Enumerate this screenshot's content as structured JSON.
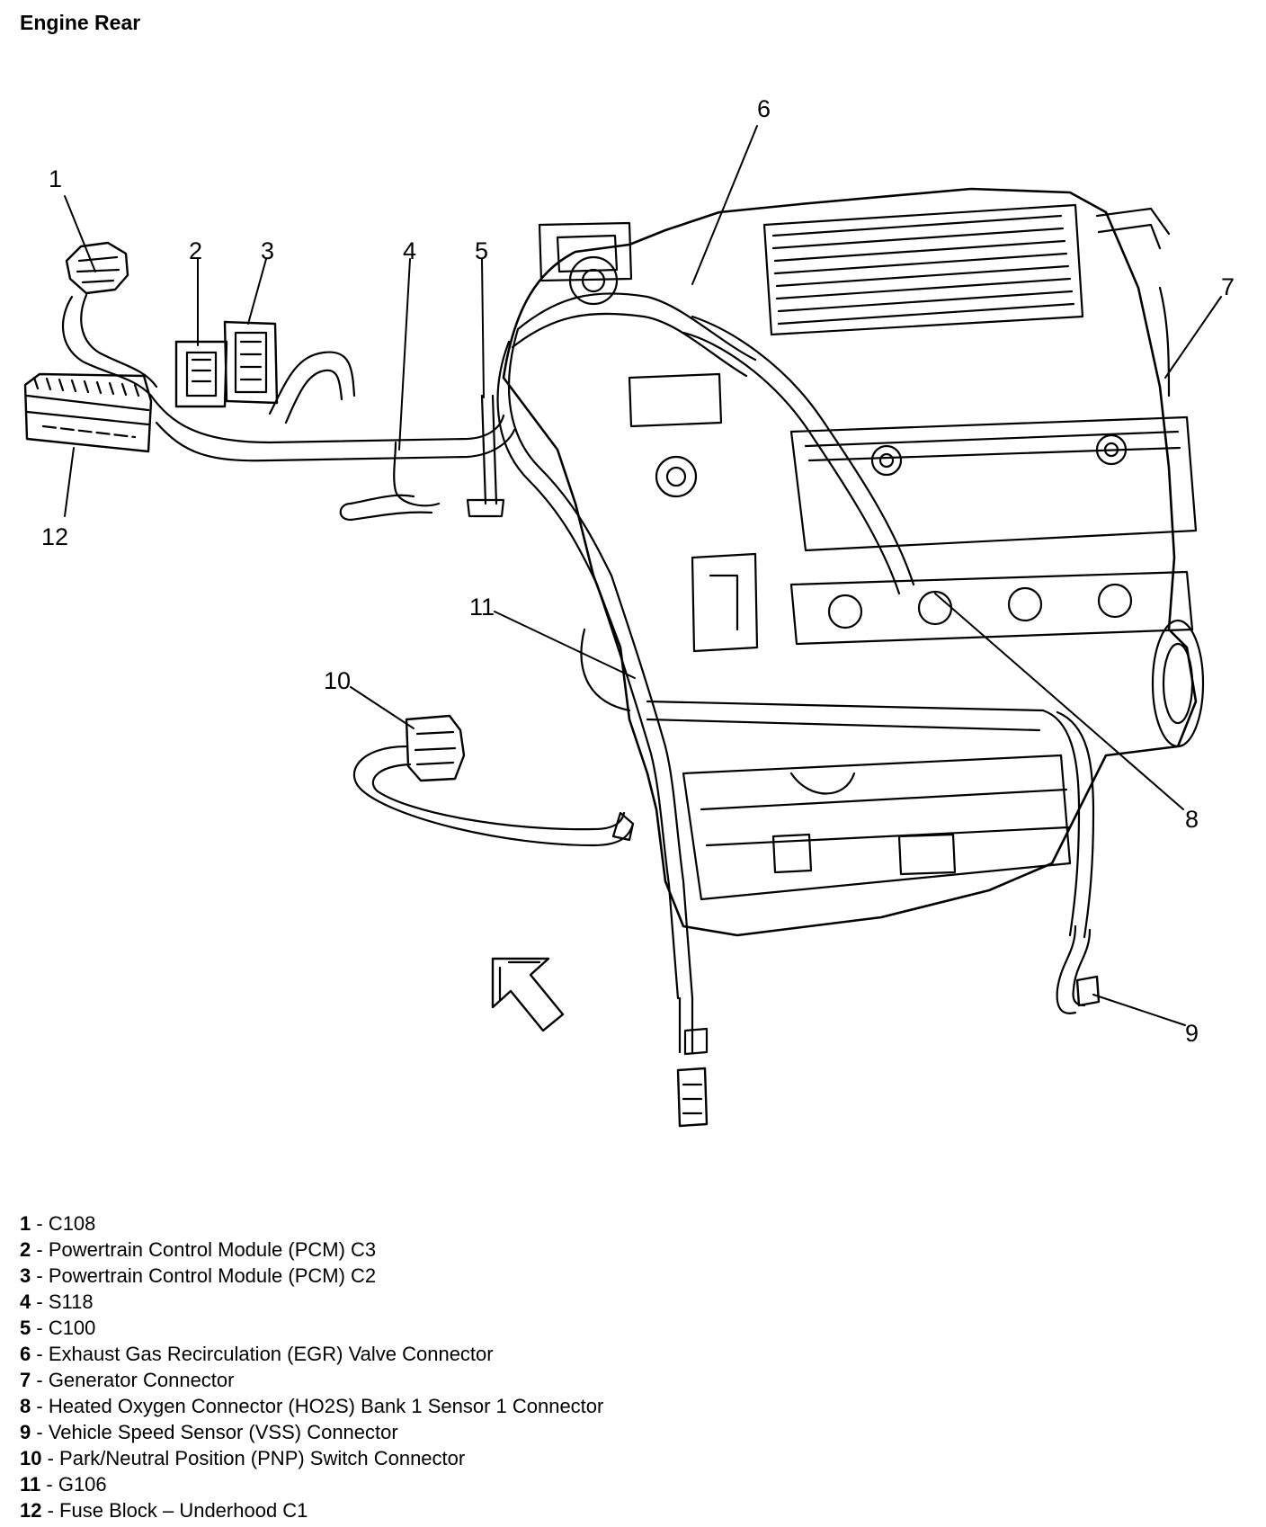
{
  "title": "Engine Rear",
  "callouts": [
    {
      "number": "1",
      "label": "C108"
    },
    {
      "number": "2",
      "label": "Powertrain Control Module (PCM) C3"
    },
    {
      "number": "3",
      "label": "Powertrain Control Module (PCM) C2"
    },
    {
      "number": "4",
      "label": "S118"
    },
    {
      "number": "5",
      "label": "C100"
    },
    {
      "number": "6",
      "label": "Exhaust Gas Recirculation (EGR) Valve Connector"
    },
    {
      "number": "7",
      "label": "Generator Connector"
    },
    {
      "number": "8",
      "label": "Heated Oxygen Connector (HO2S) Bank 1 Sensor 1 Connector"
    },
    {
      "number": "9",
      "label": "Vehicle Speed Sensor (VSS) Connector"
    },
    {
      "number": "10",
      "label": "Park/Neutral Position (PNP) Switch Connector"
    },
    {
      "number": "11",
      "label": "G106"
    },
    {
      "number": "12",
      "label": "Fuse Block – Underhood C1"
    }
  ],
  "separator": " - "
}
